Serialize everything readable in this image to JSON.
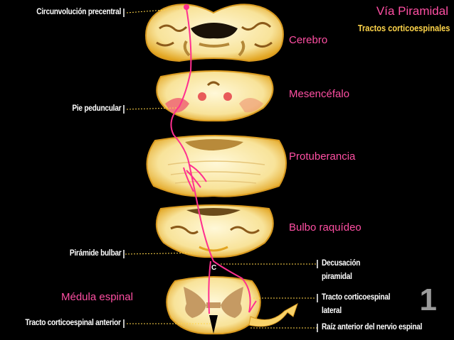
{
  "header": {
    "title": "Vía Piramidal",
    "subtitle": "Tractos corticoespinales"
  },
  "regions": {
    "cerebro": "Cerebro",
    "mesencefalo": "Mesencéfalo",
    "protuberancia": "Protuberancia",
    "bulbo": "Bulbo raquídeo",
    "medula": "Médula espinal"
  },
  "labels": {
    "circunvolucion": "Circunvolución precentral",
    "pie_peduncular": "Pie peduncular",
    "piramide_bulbar": "Pirámide bulbar",
    "tracto_anterior": "Tracto corticoespinal anterior",
    "decusacion_1": "Decusación",
    "decusacion_2": "piramidal",
    "tracto_lateral_1": "Tracto corticoespinal",
    "tracto_lateral_2": "lateral",
    "raiz_anterior": "Raíz anterior del nervio espinal"
  },
  "marker": "C",
  "slide_number": "1",
  "colors": {
    "background": "#000000",
    "tissue": "#f8e39a",
    "tissue_edge": "#e2a521",
    "gray_matter": "#c59a63",
    "tract": "#ff2f8f",
    "region_label": "#ff4fa3",
    "subtitle": "#ffd54a"
  }
}
